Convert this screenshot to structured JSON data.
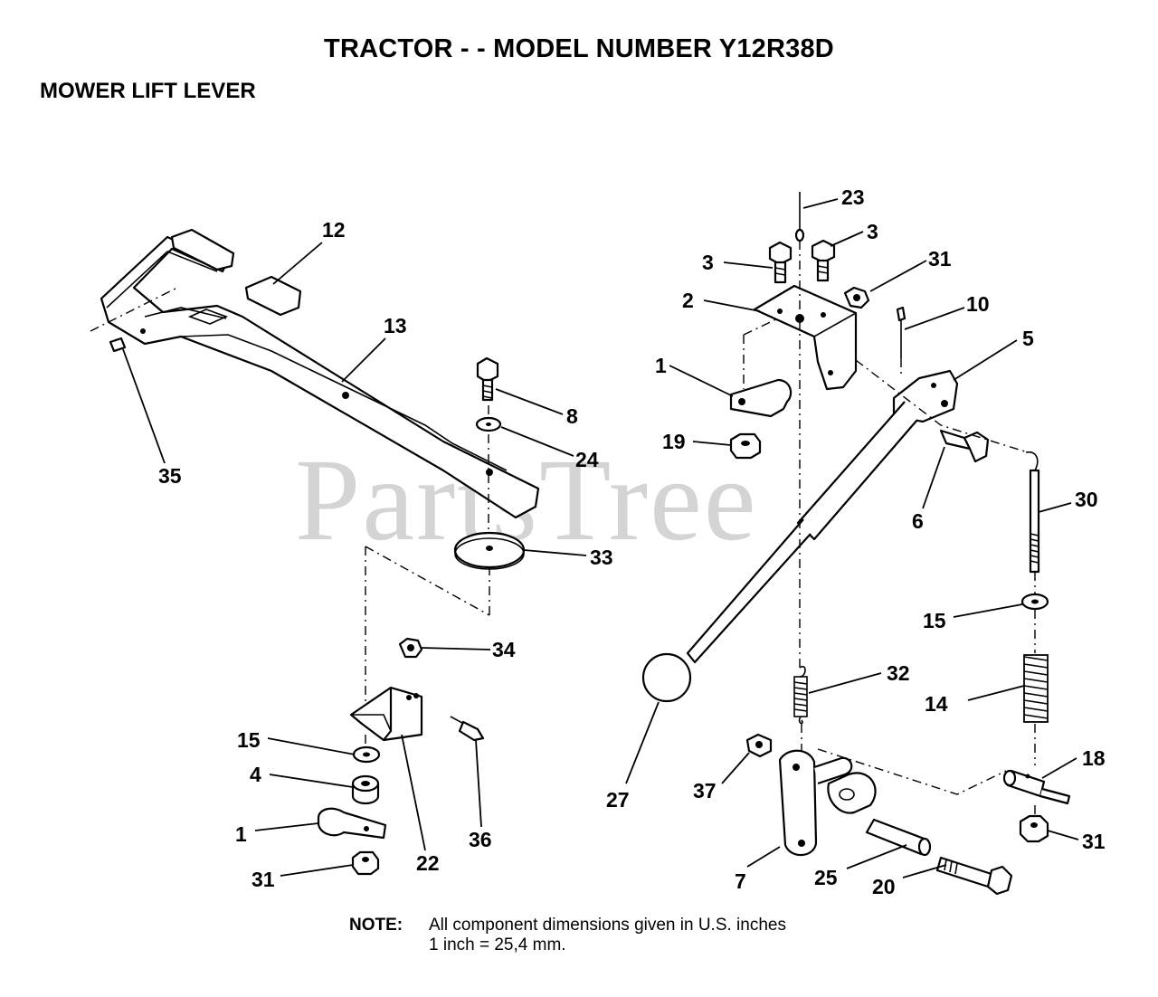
{
  "header": {
    "title": "TRACTOR - - MODEL NUMBER Y12R38D",
    "subtitle": "MOWER LIFT LEVER"
  },
  "watermark": "PartsTree",
  "callouts": [
    {
      "id": "c12",
      "label": "12"
    },
    {
      "id": "c13",
      "label": "13"
    },
    {
      "id": "c35",
      "label": "35"
    },
    {
      "id": "c8",
      "label": "8"
    },
    {
      "id": "c24",
      "label": "24"
    },
    {
      "id": "c33",
      "label": "33"
    },
    {
      "id": "c34",
      "label": "34"
    },
    {
      "id": "c15a",
      "label": "15"
    },
    {
      "id": "c4",
      "label": "4"
    },
    {
      "id": "c1a",
      "label": "1"
    },
    {
      "id": "c31a",
      "label": "31"
    },
    {
      "id": "c22",
      "label": "22"
    },
    {
      "id": "c36",
      "label": "36"
    },
    {
      "id": "c23",
      "label": "23"
    },
    {
      "id": "c3a",
      "label": "3"
    },
    {
      "id": "c3b",
      "label": "3"
    },
    {
      "id": "c31b",
      "label": "31"
    },
    {
      "id": "c2",
      "label": "2"
    },
    {
      "id": "c10",
      "label": "10"
    },
    {
      "id": "c5",
      "label": "5"
    },
    {
      "id": "c1b",
      "label": "1"
    },
    {
      "id": "c19",
      "label": "19"
    },
    {
      "id": "c6",
      "label": "6"
    },
    {
      "id": "c30",
      "label": "30"
    },
    {
      "id": "c15b",
      "label": "15"
    },
    {
      "id": "c32",
      "label": "32"
    },
    {
      "id": "c14",
      "label": "14"
    },
    {
      "id": "c27",
      "label": "27"
    },
    {
      "id": "c37",
      "label": "37"
    },
    {
      "id": "c18",
      "label": "18"
    },
    {
      "id": "c31c",
      "label": "31"
    },
    {
      "id": "c7",
      "label": "7"
    },
    {
      "id": "c25",
      "label": "25"
    },
    {
      "id": "c20",
      "label": "20"
    }
  ],
  "note": {
    "label": "NOTE:",
    "line1": "All component dimensions given in U.S. inches",
    "line2": "1 inch = 25,4 mm."
  }
}
